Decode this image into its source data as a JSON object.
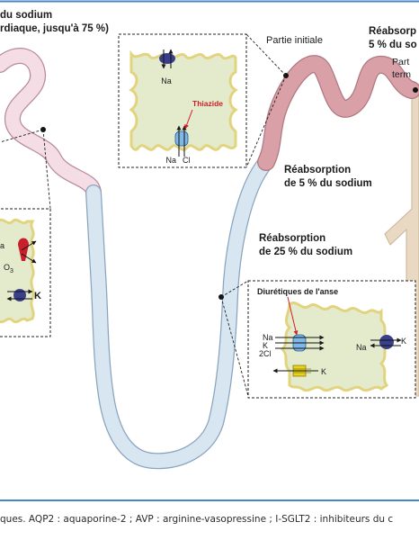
{
  "labels": {
    "top_left_line1": "du sodium",
    "top_left_line2": "rdiaque, jusqu'à 75 %)",
    "partie_initiale": "Partie initiale",
    "top_right_line1": "Réabsorp",
    "top_right_line2": "5 % du so",
    "top_right_partie": "Part",
    "top_right_terminale": "term",
    "reab5_line1": "Réabsorption",
    "reab5_line2": "de 5 % du sodium",
    "reab25_line1": "Réabsorption",
    "reab25_line2": "de 25 % du sodium"
  },
  "inset_dct": {
    "ion_top": "Na",
    "drug": "Thiazide",
    "ion_bottom_na": "Na",
    "ion_bottom_cl": "Cl"
  },
  "inset_left": {
    "ion_a": "a",
    "ion_o3": "O",
    "ion_o3_sub": "3",
    "ion_k": "K"
  },
  "inset_loop": {
    "drug": "Diurétiques de l'anse",
    "ion_na": "Na",
    "ion_k": "K",
    "ion_2cl": "2Cl",
    "ion_k_bottom": "K",
    "ion_na_right": "Na",
    "ion_k_right": "K"
  },
  "caption": "ques. AQP2 : aquaporine-2 ; AVP : arginine-vasopressine ; I-SGLT2 : inhibiteurs du c",
  "colors": {
    "frame_blue": "#4a86c6",
    "tubule_pink": "#d9a0a8",
    "tubule_light_pink": "#f4dde5",
    "tubule_blue": "#d7e6f1",
    "cell_green": "#e4ebcd",
    "cell_border": "#e8dc8e",
    "transporter_navy": "#3a3f8c",
    "transporter_red": "#c8202a",
    "transporter_yellow": "#e8d21a",
    "transporter_light_blue": "#7fb8e6",
    "collecting_duct": "#ead9c2"
  }
}
